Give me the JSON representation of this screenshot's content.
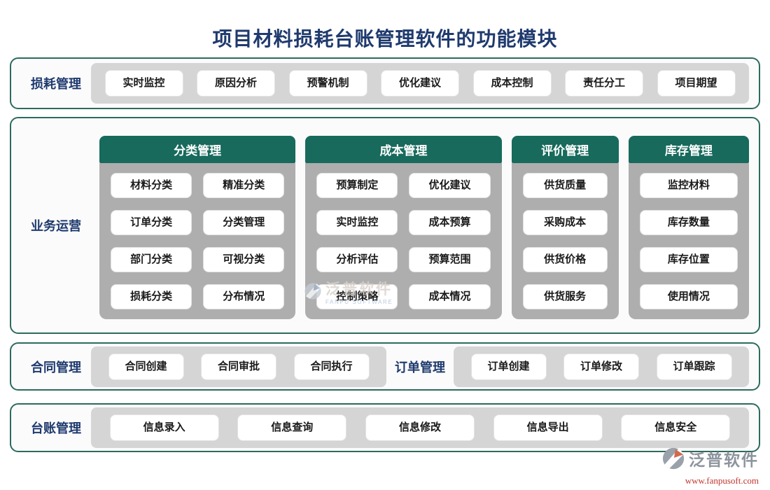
{
  "title": "项目材料损耗台账管理软件的功能模块",
  "sections": {
    "loss": {
      "label": "损耗管理",
      "items": [
        "实时监控",
        "原因分析",
        "预警机制",
        "优化建议",
        "成本控制",
        "责任分工",
        "项目期望"
      ]
    },
    "business": {
      "label": "业务运营",
      "columns": [
        {
          "header": "分类管理",
          "items": [
            "材料分类",
            "精准分类",
            "订单分类",
            "分类管理",
            "部门分类",
            "可视分类",
            "损耗分类",
            "分布情况"
          ]
        },
        {
          "header": "成本管理",
          "items": [
            "预算制定",
            "优化建议",
            "实时监控",
            "成本预算",
            "分析评估",
            "预算范围",
            "控制策略",
            "成本情况"
          ]
        },
        {
          "header": "评价管理",
          "items": [
            "供货质量",
            "采购成本",
            "供货价格",
            "供货服务"
          ]
        },
        {
          "header": "库存管理",
          "items": [
            "监控材料",
            "库存数量",
            "库存位置",
            "使用情况"
          ]
        }
      ]
    },
    "contract": {
      "label": "合同管理",
      "items": [
        "合同创建",
        "合同审批",
        "合同执行"
      ]
    },
    "order": {
      "label": "订单管理",
      "items": [
        "订单创建",
        "订单修改",
        "订单跟踪"
      ]
    },
    "ledger": {
      "label": "台账管理",
      "items": [
        "信息录入",
        "信息查询",
        "信息修改",
        "信息导出",
        "信息安全"
      ]
    }
  },
  "watermark": {
    "brand": "泛普软件",
    "brand_en": "FANPU SOFTWARE",
    "url": "www.fanpusoft.com"
  },
  "colors": {
    "navy": "#1f3a6e",
    "teal_header": "#176a5c",
    "teal_border": "#2c6b5e",
    "panel_gray": "#d5d5d5",
    "column_gray": "#aeaeae",
    "url_red": "#c3342b"
  }
}
